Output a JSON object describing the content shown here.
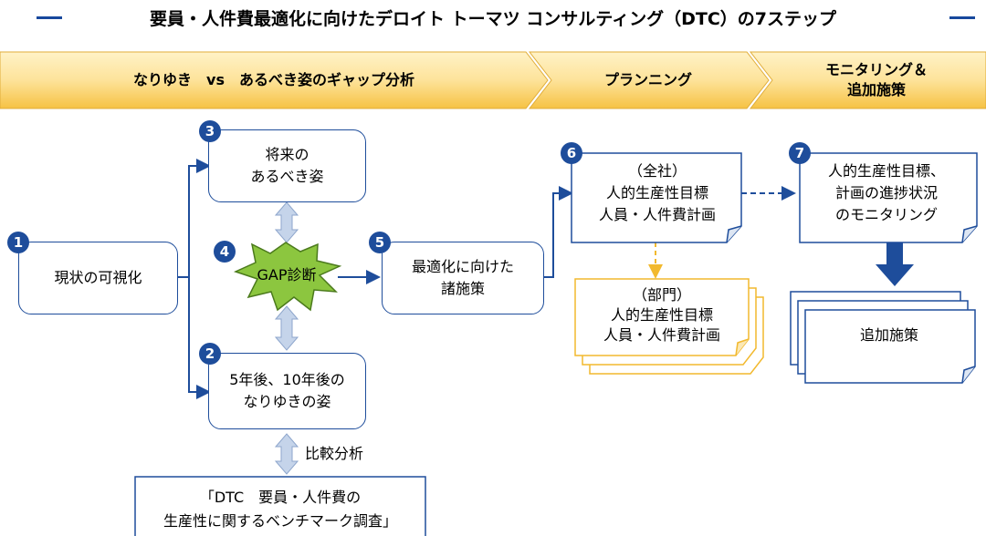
{
  "title": "要員・人件費最適化に向けたデロイト トーマツ コンサルティング（DTC）の7ステップ",
  "phases": [
    {
      "label": "なりゆき　vs　あるべき姿のギャップ分析"
    },
    {
      "label": "プランニング"
    },
    {
      "label_line1": "モニタリング＆",
      "label_line2": "追加施策"
    }
  ],
  "steps": {
    "s1": {
      "num": "1",
      "line1": "現状の可視化"
    },
    "s2": {
      "num": "2",
      "line1": "5年後、10年後の",
      "line2": "なりゆきの姿"
    },
    "s3": {
      "num": "3",
      "line1": "将来の",
      "line2": "あるべき姿"
    },
    "s4": {
      "num": "4",
      "line1": "GAP診断"
    },
    "s5": {
      "num": "5",
      "line1": "最適化に向けた",
      "line2": "諸施策"
    },
    "s6": {
      "num": "6",
      "line1": "（全社）",
      "line2": "人的生産性目標",
      "line3": "人員・人件費計画"
    },
    "s7": {
      "num": "7",
      "line1": "人的生産性目標、",
      "line2": "計画の進捗状況",
      "line3": "のモニタリング"
    }
  },
  "dept_doc": {
    "line1": "（部門）",
    "line2": "人的生産性目標",
    "line3": "人員・人件費計画"
  },
  "extra_doc": {
    "line1": "追加施策"
  },
  "compare_label": "比較分析",
  "benchmark": {
    "line1": "「DTC　要員・人件費の",
    "line2": "生産性に関するベンチマーク調査」"
  },
  "colors": {
    "navy": "#1e4d9b",
    "gold_light": "#fde39a",
    "gold": "#f6c244",
    "gold_line": "#f2b92e",
    "star_green": "#8cc63f",
    "arrow_light": "#c5d4ea"
  }
}
